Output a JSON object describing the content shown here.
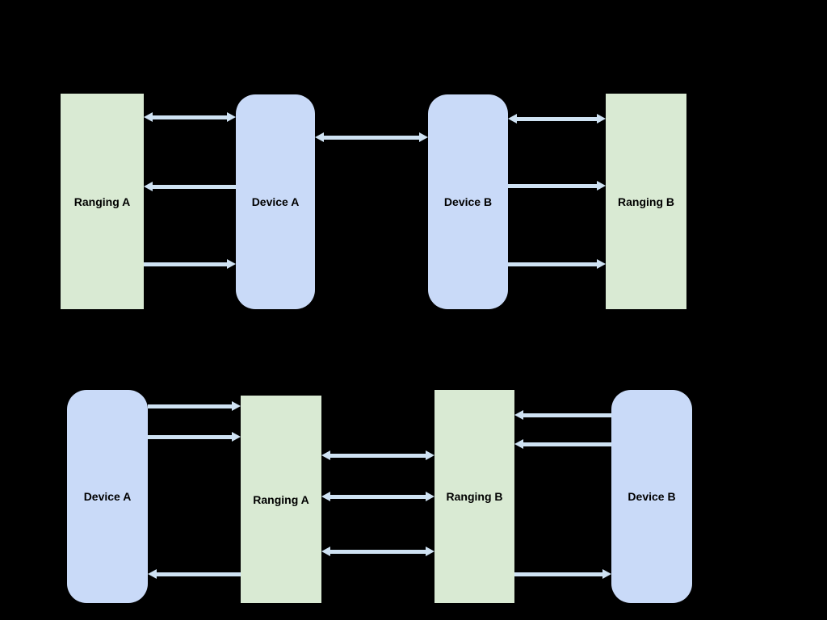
{
  "colors": {
    "background": "#000000",
    "ranging_fill": "#d9ead3",
    "device_fill": "#c9daf8",
    "arrow": "#cfe2f3",
    "label_text": "#000000"
  },
  "top_diagram": {
    "boxes": [
      {
        "label": "Ranging A",
        "type": "ranging"
      },
      {
        "label": "Device A",
        "type": "device"
      },
      {
        "label": "Device B",
        "type": "device"
      },
      {
        "label": "Ranging B",
        "type": "ranging"
      }
    ]
  },
  "bottom_diagram": {
    "boxes": [
      {
        "label": "Device A",
        "type": "device"
      },
      {
        "label": "Ranging A",
        "type": "ranging"
      },
      {
        "label": "Ranging B",
        "type": "ranging"
      },
      {
        "label": "Device B",
        "type": "device"
      }
    ]
  }
}
